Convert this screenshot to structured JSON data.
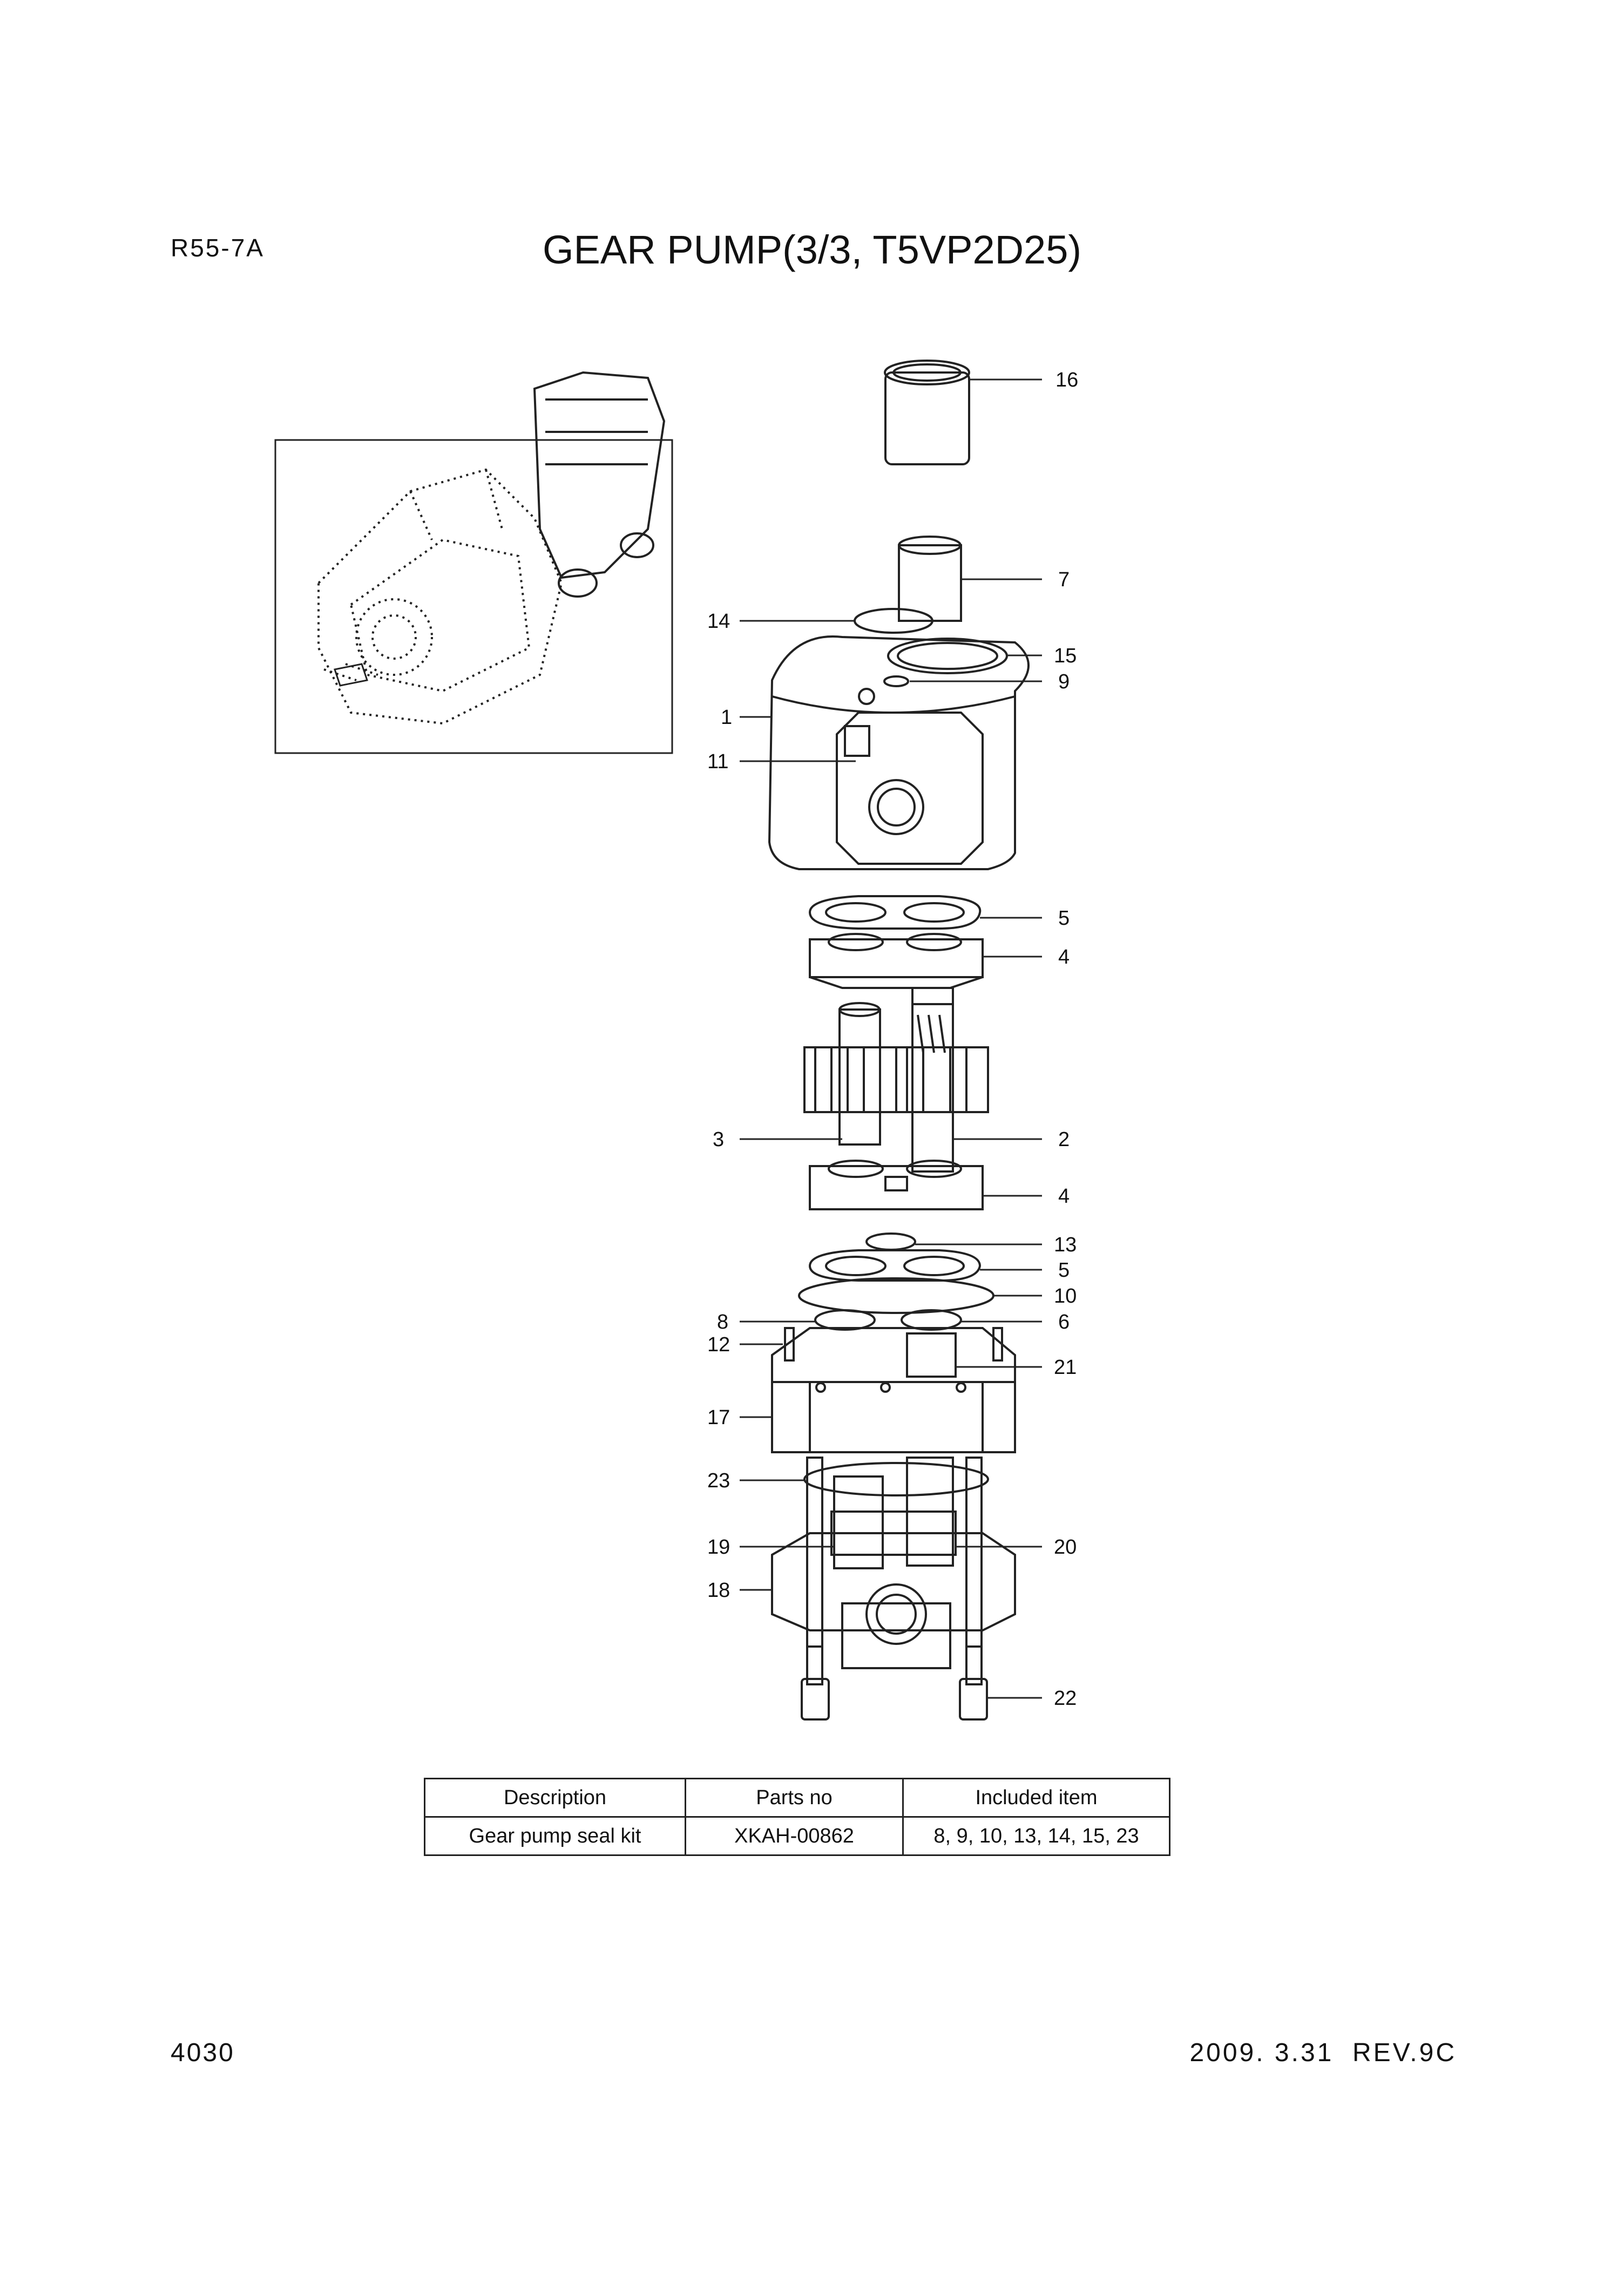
{
  "header": {
    "model": "R55-7A",
    "title": "GEAR PUMP(3/3, T5VP2D25)"
  },
  "callouts": [
    "16",
    "7",
    "14",
    "15",
    "9",
    "1",
    "11",
    "5",
    "4",
    "3",
    "2",
    "4",
    "13",
    "5",
    "10",
    "8",
    "6",
    "12",
    "21",
    "17",
    "23",
    "19",
    "20",
    "18",
    "22"
  ],
  "table": {
    "columns": [
      "Description",
      "Parts no",
      "Included item"
    ],
    "rows": [
      [
        "Gear pump seal kit",
        "XKAH-00862",
        "8, 9, 10, 13, 14, 15, 23"
      ]
    ]
  },
  "footer": {
    "page": "4030",
    "date_rev": "2009. 3.31  REV.9C"
  }
}
